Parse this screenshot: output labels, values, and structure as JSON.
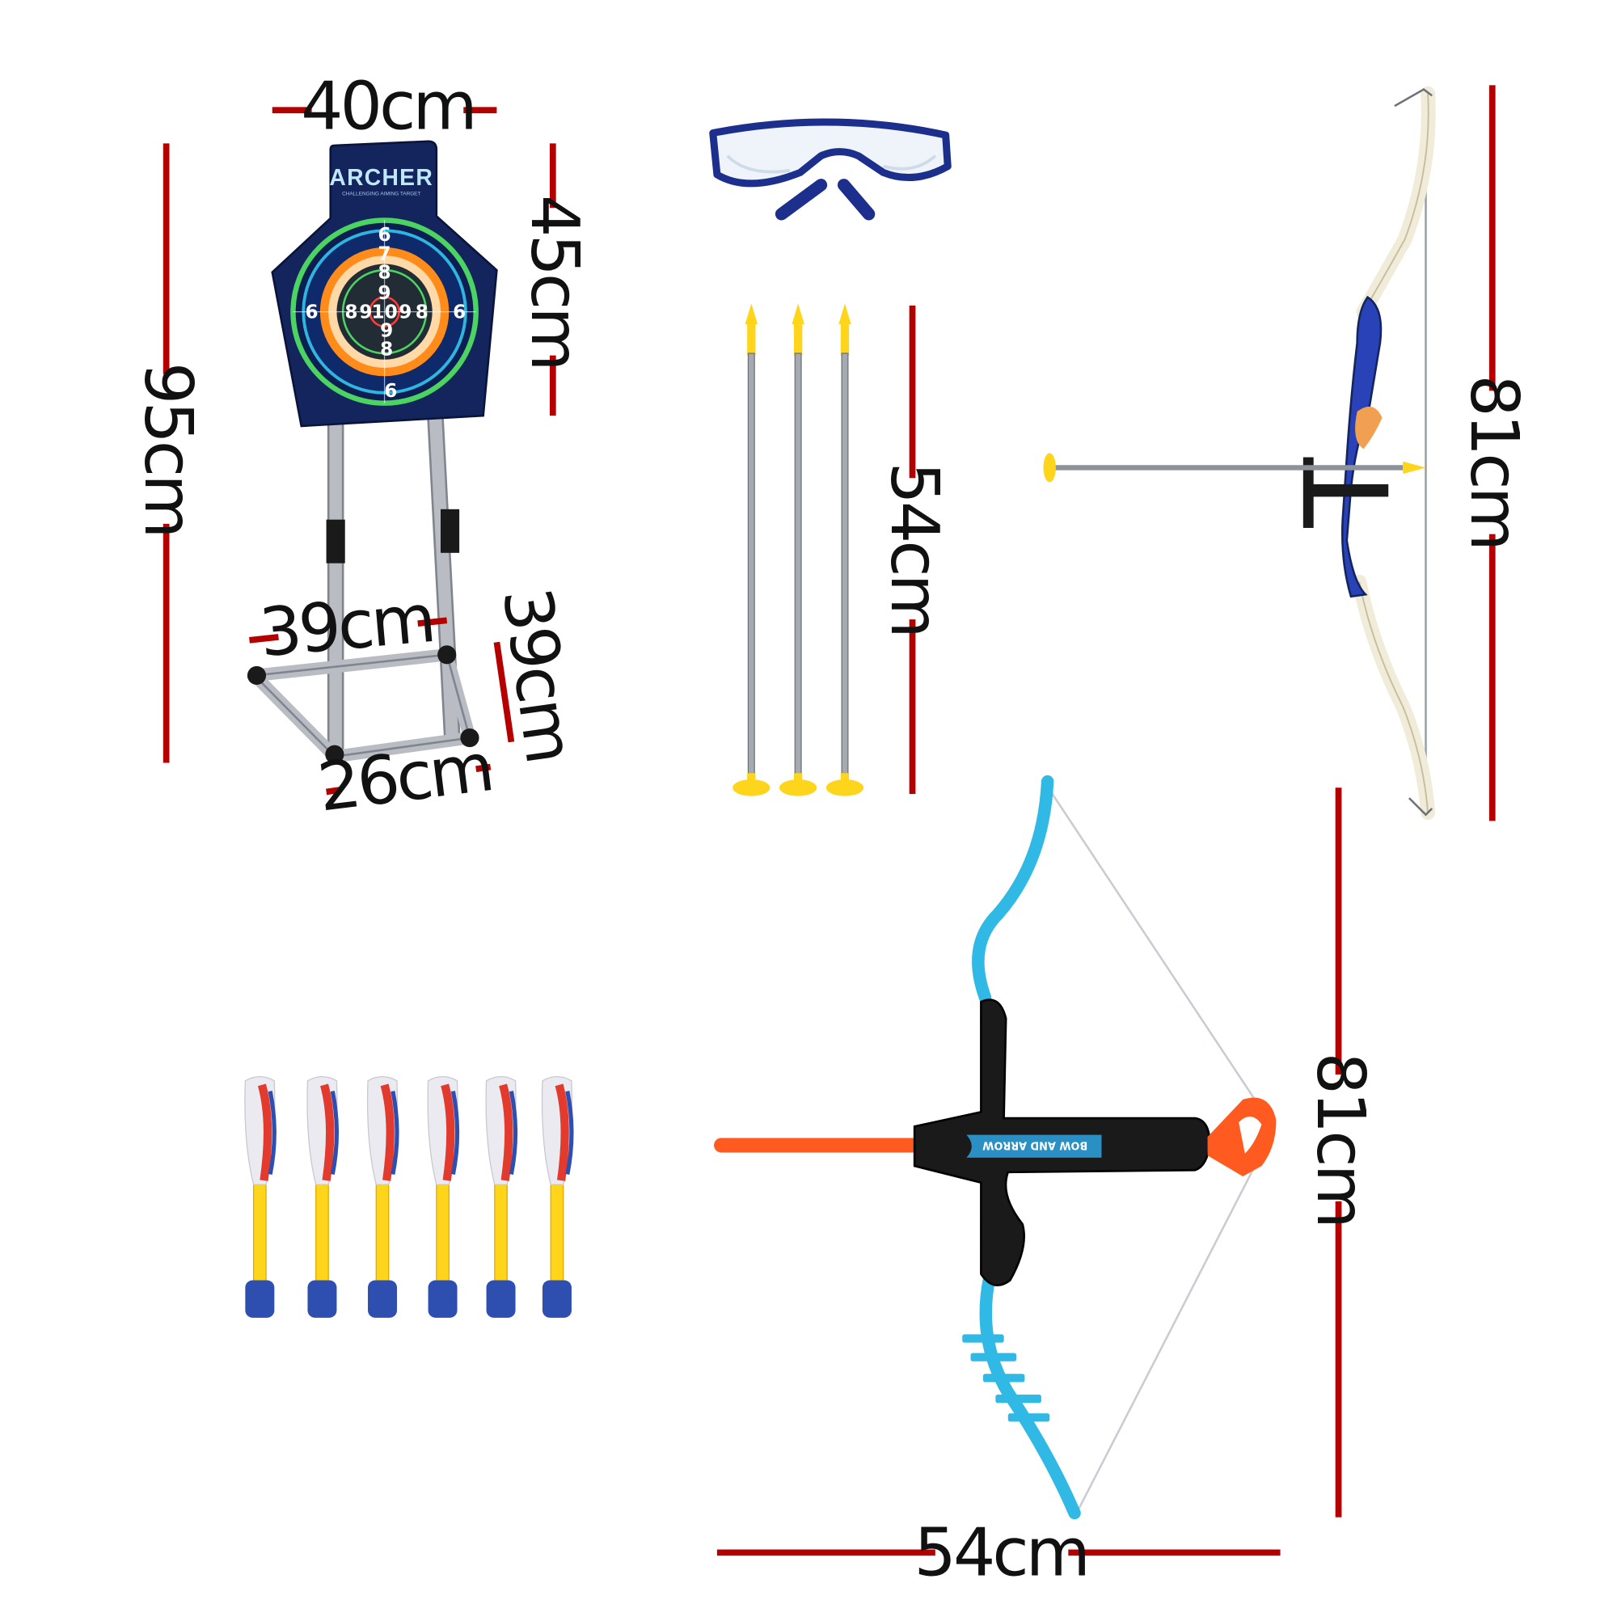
{
  "colors": {
    "dimension_line": "#b50000",
    "target_navy": "#14245c",
    "target_orange": "#ff8c1a",
    "target_green": "#4cd463",
    "bow_blue": "#2a42b8",
    "bow_cream": "#f1ecd9",
    "kids_bow_cyan": "#31b9e6",
    "arrow_orange": "#ff5a1f",
    "dart_yellow": "#ffd51c",
    "dart_tip_blue": "#2f4fb0"
  },
  "target": {
    "brand": "ARCHER",
    "subtitle": "CHALLENGING AIMING TARGET",
    "rings": [
      "6",
      "7",
      "8",
      "9",
      "10"
    ]
  },
  "kids_bow": {
    "grip_text": "BOW AND ARROW"
  },
  "dimensions": {
    "target_width": "40cm",
    "target_board_height": "45cm",
    "stand_total_height": "95cm",
    "base_width": "39cm",
    "base_side": "39cm",
    "base_depth": "26cm",
    "arrow_length": "54cm",
    "recurve_bow_length": "81cm",
    "kids_bow_height": "81cm",
    "kids_bow_width": "54cm"
  }
}
